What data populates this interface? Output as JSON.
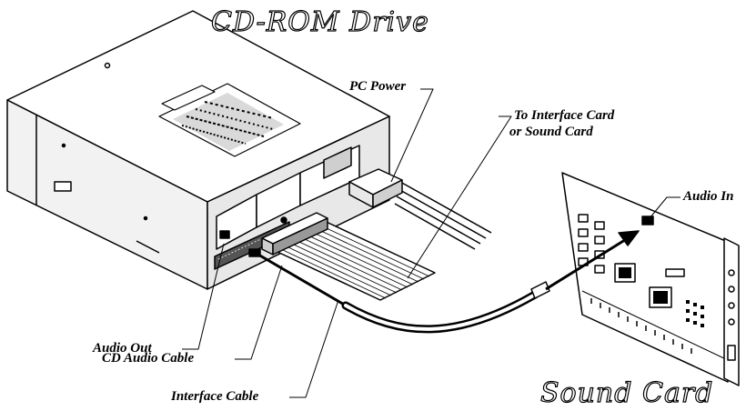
{
  "titles": {
    "drive": "CD-ROM Drive",
    "card": "Sound Card"
  },
  "labels": {
    "pc_power": "PC Power",
    "to_interface_line1": "To Interface Card",
    "to_interface_line2": "or Sound Card",
    "audio_in": "Audio In",
    "audio_out": "Audio Out",
    "cd_audio_cable": "CD Audio Cable",
    "interface_cable": "Interface Cable"
  },
  "colors": {
    "ink": "#000000",
    "paper": "#ffffff",
    "shade": "#d9d9d9",
    "dark": "#555555"
  }
}
